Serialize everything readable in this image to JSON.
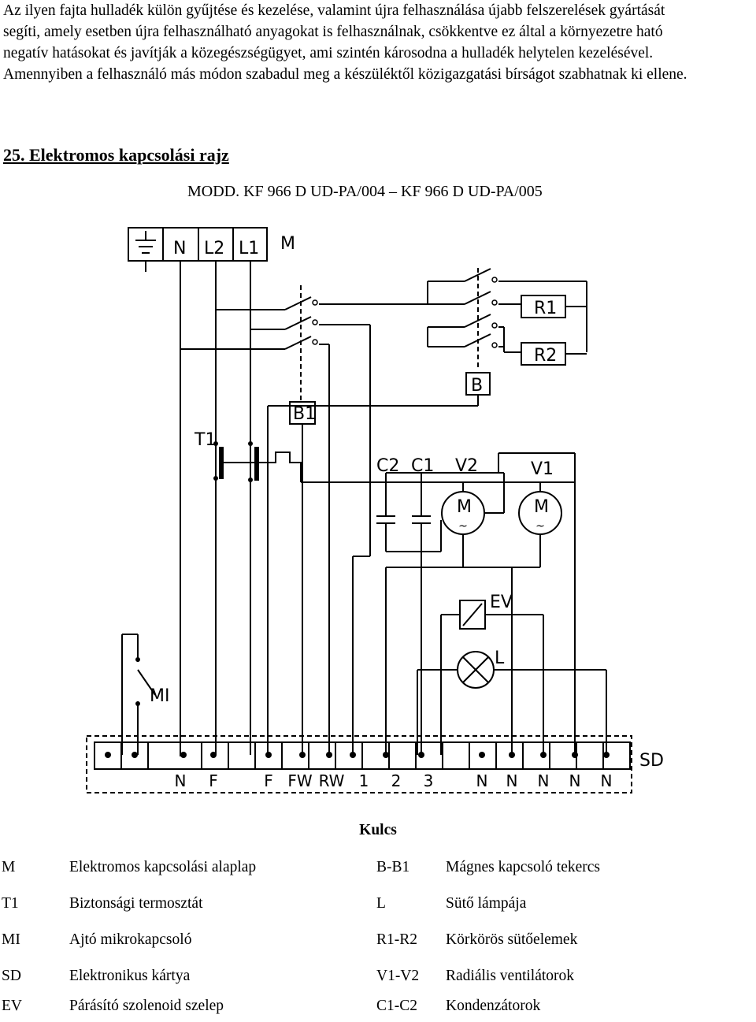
{
  "intro": {
    "lines": [
      "Az ilyen fajta hulladék külön gyűjtése és kezelése, valamint újra felhasználása újabb felszerelések gyártását",
      "segíti, amely esetben újra felhasználható anyagokat is felhasználnak, csökkentve ez által a környezetre ható",
      "negatív hatásokat és javítják a közegészségügyet, ami szintén károsodna a hulladék helytelen kezelésével.",
      "Amennyiben a felhasználó más módon szabadul meg a készüléktől közigazgatási bírságot szabhatnak ki ellene."
    ]
  },
  "section": {
    "heading": "25. Elektromos kapcsolási rajz",
    "model": "MODD. KF 966 D UD-PA/004 – KF 966 D UD-PA/005"
  },
  "diagram": {
    "mains": {
      "n": "N",
      "l2": "L2",
      "l1": "L1",
      "m": "M"
    },
    "r1": "R1",
    "r2": "R2",
    "b": "B",
    "b1": "B1",
    "t1": "T1",
    "c2": "C2",
    "c1": "C1",
    "v2": "V2",
    "v1": "V1",
    "motor": "M",
    "ev": "EV",
    "l": "L",
    "mi": "MI",
    "sd": "SD",
    "terminals": [
      "N",
      "F",
      "F",
      "FW",
      "RW",
      "1",
      "2",
      "3",
      "N",
      "N",
      "N",
      "N",
      "N"
    ]
  },
  "key": {
    "title": "Kulcs",
    "rows": [
      {
        "a": "M",
        "a_desc": "Elektromos kapcsolási alaplap",
        "b": "B-B1",
        "b_desc": "Mágnes kapcsoló tekercs"
      },
      {
        "a": "T1",
        "a_desc": "Biztonsági termosztát",
        "b": "L",
        "b_desc": "Sütő lámpája"
      },
      {
        "a": "MI",
        "a_desc": "Ajtó mikrokapcsoló",
        "b": "R1-R2",
        "b_desc": "Körkörös sütőelemek"
      },
      {
        "a": "SD",
        "a_desc": "Elektronikus kártya",
        "b": "V1-V2",
        "b_desc": "Radiális ventilátorok"
      },
      {
        "a": "EV",
        "a_desc": "Párásító szolenoid szelep",
        "b": "C1-C2",
        "b_desc": "Kondenzátorok"
      }
    ]
  }
}
